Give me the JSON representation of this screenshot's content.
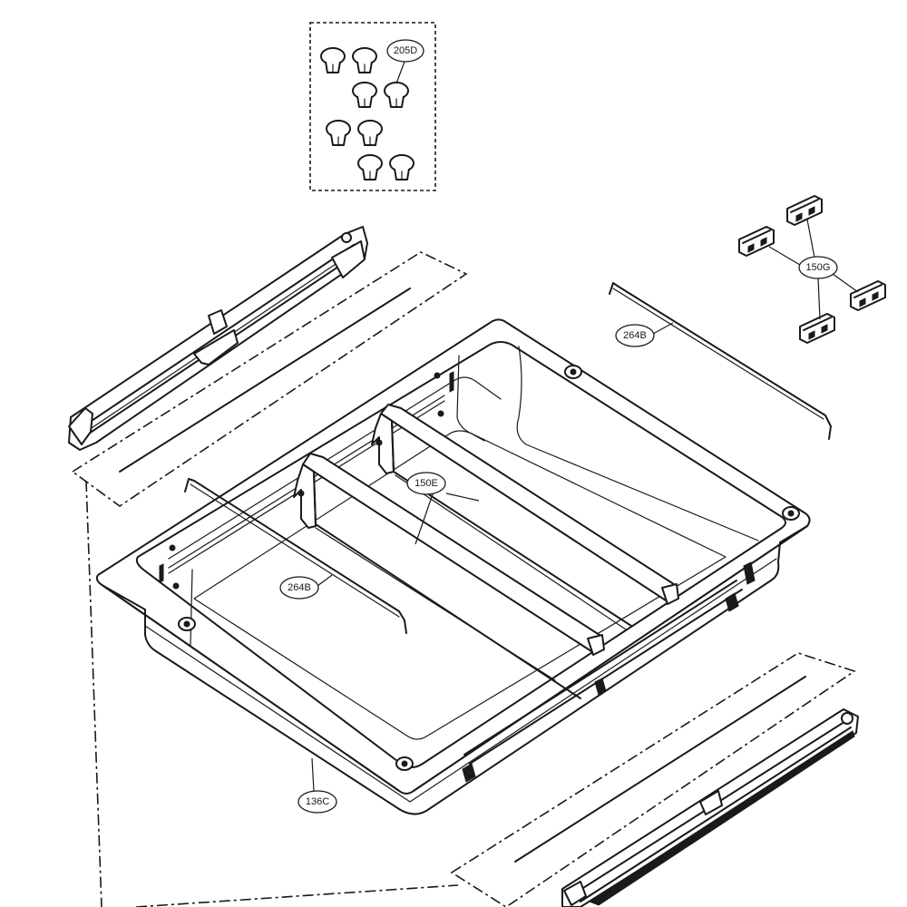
{
  "callouts": {
    "clips": "205D",
    "brackets": "150G",
    "rod_right": "264B",
    "divider": "150E",
    "rod_left": "264B",
    "tray": "136C"
  }
}
